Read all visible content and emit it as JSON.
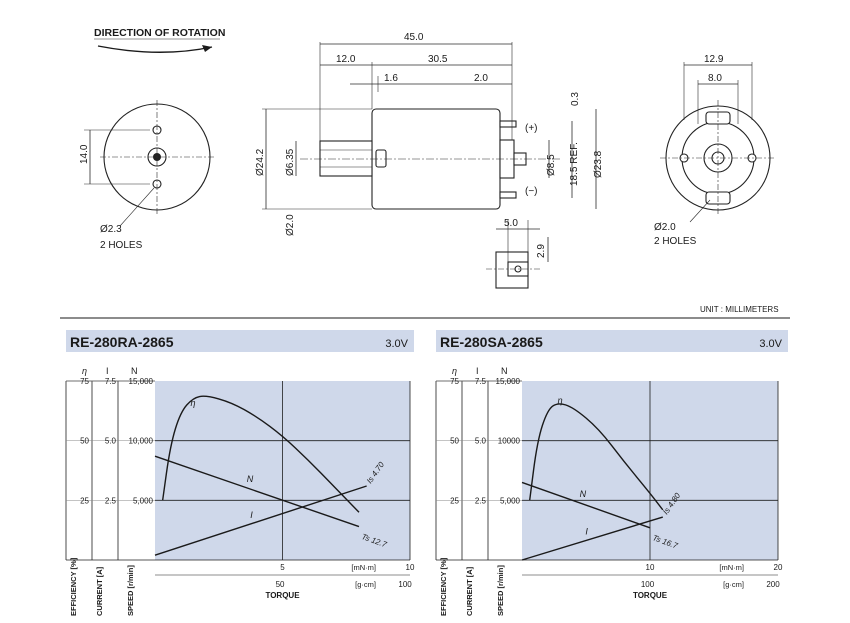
{
  "drawing": {
    "rotation_label": "DIRECTION OF ROTATION",
    "units_label": "UNIT : MILLIMETERS",
    "front": {
      "dim_height": "14.0",
      "hole_dia": "Ø2.3",
      "hole_note": "2 HOLES"
    },
    "side": {
      "len_total": "45.0",
      "len_a": "12.0",
      "len_b": "30.5",
      "len_c": "1.6",
      "len_d": "2.0",
      "top_gap": "0.3",
      "body_dia": "Ø24.2",
      "shaft_dia": "Ø6.35",
      "shaft_small": "Ø2.0",
      "boss_dia": "Ø8.5",
      "ref_dim": "18.5 REF.",
      "can_dia": "Ø23.8",
      "plus": "(+)",
      "minus": "(−)"
    },
    "terminal": {
      "width": "5.0",
      "height": "2.9"
    },
    "rear": {
      "outer": "12.9",
      "inner": "8.0",
      "hole_dia": "Ø2.0",
      "hole_note": "2 HOLES"
    }
  },
  "charts": {
    "eff_label": "EFFICIENCY [%]",
    "cur_label": "CURRENT [A]",
    "spd_label": "SPEED [r/min]",
    "xlabel": "TORQUE",
    "col_eta": "η",
    "col_i": "I",
    "col_n": "N"
  },
  "chart_data": [
    {
      "type": "line",
      "title": "RE-280RA-2865",
      "voltage": "3.0V",
      "xlabel": "TORQUE",
      "x_units": [
        "[mN·m]",
        "[g·cm]"
      ],
      "xlim_mNm": [
        0,
        10
      ],
      "x_ticks_mNm": [
        "5",
        "10"
      ],
      "x_ticks_gcm": [
        "50",
        "100"
      ],
      "y_ticks_speed": [
        "5,000",
        "10,000",
        "15,000"
      ],
      "y_ticks_current": [
        "2.5",
        "5.0",
        "7.5"
      ],
      "y_ticks_eff": [
        "25",
        "50",
        "75"
      ],
      "ylim_speed": [
        0,
        15000
      ],
      "annotations": {
        "stall_torque": "Ts 12.7",
        "stall_current": "Is 4.70"
      },
      "series": [
        {
          "name": "η",
          "axis": "eff",
          "x": [
            0.3,
            0.6,
            1.0,
            1.5,
            2.0,
            3.0,
            4.0,
            5.0,
            6.0,
            7.0,
            8.0
          ],
          "y": [
            25,
            48,
            62,
            68,
            69,
            66,
            60,
            52,
            42,
            31,
            20
          ]
        },
        {
          "name": "N",
          "axis": "speed",
          "x": [
            0.0,
            8.0
          ],
          "y": [
            8700,
            2800
          ]
        },
        {
          "name": "I",
          "axis": "current",
          "x": [
            0.0,
            8.3
          ],
          "y": [
            0.2,
            3.1
          ]
        }
      ]
    },
    {
      "type": "line",
      "title": "RE-280SA-2865",
      "voltage": "3.0V",
      "xlabel": "TORQUE",
      "x_units": [
        "[mN·m]",
        "[g·cm]"
      ],
      "xlim_mNm": [
        0,
        20
      ],
      "x_ticks_mNm": [
        "10",
        "20"
      ],
      "x_ticks_gcm": [
        "100",
        "200"
      ],
      "y_ticks_speed": [
        "5,000",
        "10000",
        "15,000"
      ],
      "y_ticks_current": [
        "2.5",
        "5.0",
        "7.5"
      ],
      "y_ticks_eff": [
        "25",
        "50",
        "75"
      ],
      "ylim_speed": [
        0,
        15000
      ],
      "annotations": {
        "stall_torque": "Ts 16.7",
        "stall_current": "Is 4.80"
      },
      "series": [
        {
          "name": "η",
          "axis": "eff",
          "x": [
            0.6,
            1.2,
            2.0,
            2.8,
            4.0,
            6.0,
            8.0,
            10.0,
            11.0
          ],
          "y": [
            25,
            50,
            63,
            66,
            64,
            55,
            41,
            28,
            21
          ]
        },
        {
          "name": "N",
          "axis": "speed",
          "x": [
            0.0,
            10.0
          ],
          "y": [
            6500,
            2700
          ]
        },
        {
          "name": "I",
          "axis": "current",
          "x": [
            0.0,
            11.0
          ],
          "y": [
            0.0,
            1.8
          ]
        }
      ]
    }
  ]
}
